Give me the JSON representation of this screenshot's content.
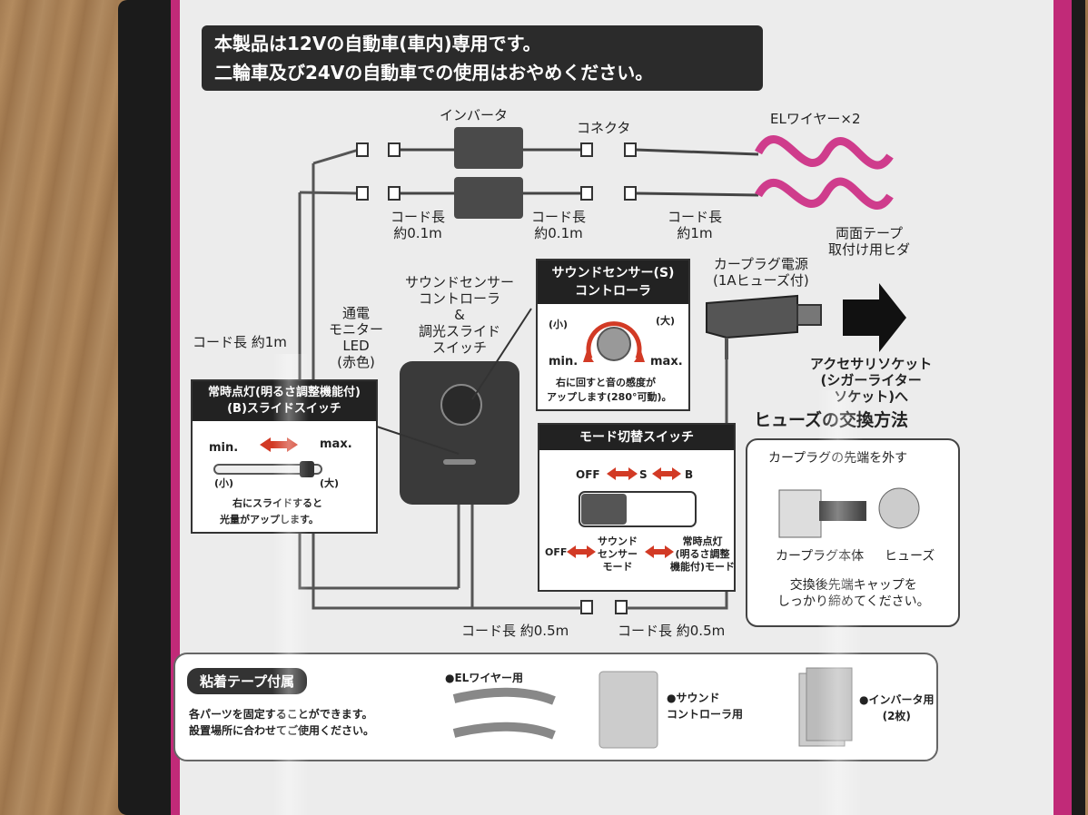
{
  "warning": {
    "line1": "本製品は12Vの自動車(車内)専用です。",
    "line2": "二輪車及び24Vの自動車での使用はおやめください。"
  },
  "labels": {
    "inverter": "インバータ",
    "connector": "コネクタ",
    "el_wire": "ELワイヤー×2",
    "cord_a_1": "コード長",
    "cord_a_2": "約0.1m",
    "cord_b_1": "コード長",
    "cord_b_2": "約0.1m",
    "cord_c_1": "コード長",
    "cord_c_2": "約1m",
    "tape_1": "両面テープ",
    "tape_2": "取付け用ヒダ",
    "car_plug_1": "カープラグ電源",
    "car_plug_2": "(1Aヒューズ付)",
    "cord_left": "コード長 約1m",
    "monitor_1": "通電",
    "monitor_2": "モニター",
    "monitor_3": "LED",
    "monitor_4": "(赤色)",
    "controller_1": "サウンドセンサー",
    "controller_2": "コントローラ",
    "controller_3": "&",
    "controller_4": "調光スライド",
    "controller_5": "スイッチ",
    "accessory_1": "アクセサリソケット",
    "accessory_2": "(シガーライター",
    "accessory_3": "ソケット)へ",
    "cord_bottom_1": "コード長 約0.5m",
    "cord_bottom_2": "コード長 約0.5m"
  },
  "sound_box": {
    "title_1": "サウンドセンサー(S)",
    "title_2": "コントローラ",
    "small": "(小)",
    "large": "(大)",
    "min": "min.",
    "max": "max.",
    "desc_1": "右に回すと音の感度が",
    "desc_2": "アップします(280°可動)。"
  },
  "slide_box": {
    "title_1": "常時点灯(明るさ調整機能付)",
    "title_2": "(B)スライドスイッチ",
    "min": "min.",
    "max": "max.",
    "small": "(小)",
    "large": "(大)",
    "desc_1": "右にスライドすると",
    "desc_2": "光量がアップします。"
  },
  "mode_box": {
    "title": "モード切替スイッチ",
    "off": "OFF",
    "s": "S",
    "b": "B",
    "off2": "OFF",
    "sound_1": "サウンド",
    "sound_2": "センサー",
    "sound_3": "モード",
    "const_1": "常時点灯",
    "const_2": "(明るさ調整",
    "const_3": "機能付)モード"
  },
  "fuse": {
    "title": "ヒューズの交換方法",
    "remove": "カープラグの先端を外す",
    "body": "カープラグ本体",
    "fuse": "ヒューズ",
    "note_1": "交換後先端キャップを",
    "note_2": "しっかり締めてください。"
  },
  "tape": {
    "badge": "粘着テープ付属",
    "desc_1": "各パーツを固定することができます。",
    "desc_2": "設置場所に合わせてご使用ください。",
    "el": "●ELワイヤー用",
    "sound_1": "●サウンド",
    "sound_2": "コントローラ用",
    "inv_1": "●インバータ用",
    "inv_2": "(2枚)"
  },
  "colors": {
    "accent_pink": "#c12a78",
    "arrow_red": "#d23a25",
    "wire_pink": "#cf3c8c"
  }
}
